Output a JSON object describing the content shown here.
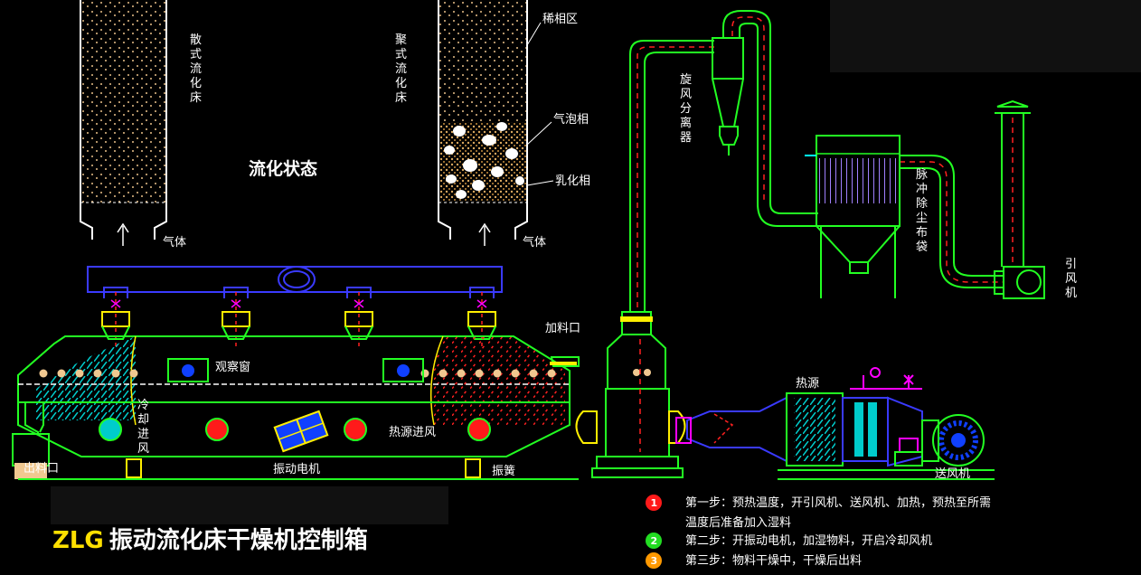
{
  "labels": {
    "dispersed_bed": "散式流化床",
    "aggregated_bed": "聚式流化床",
    "gas_left": "气体",
    "gas_right": "气体",
    "fluidization_state": "流化状态",
    "dilute_zone": "稀相区",
    "bubble_phase": "气泡相",
    "emulsion_phase": "乳化相",
    "cyclone": "旋风分离器",
    "pulse_bag_filter": "脉冲除尘布袋",
    "induced_fan": "引风机",
    "feed_inlet": "加料口",
    "observation_window": "观察窗",
    "cooling_inlet": "冷却进风",
    "heat_inlet": "热源进风",
    "discharge": "出料口",
    "vibration_motor": "振动电机",
    "spring": "振簧",
    "heat_source": "热源",
    "blower": "送风机"
  },
  "title": {
    "prefix": "ZLG",
    "main": "振动流化床干燥机控制箱"
  },
  "steps": [
    {
      "num": "1",
      "color": "#ff1a1a",
      "line1": "第一步：预热温度，开引风机、送风机、加热，预热至所需",
      "line2": "温度后准备加入湿料"
    },
    {
      "num": "2",
      "color": "#22dd22",
      "line1": "第二步：开振动电机，加湿物料，开启冷却风机"
    },
    {
      "num": "3",
      "color": "#ff9900",
      "line1": "第三步：物料干燥中，干燥后出料"
    }
  ]
}
